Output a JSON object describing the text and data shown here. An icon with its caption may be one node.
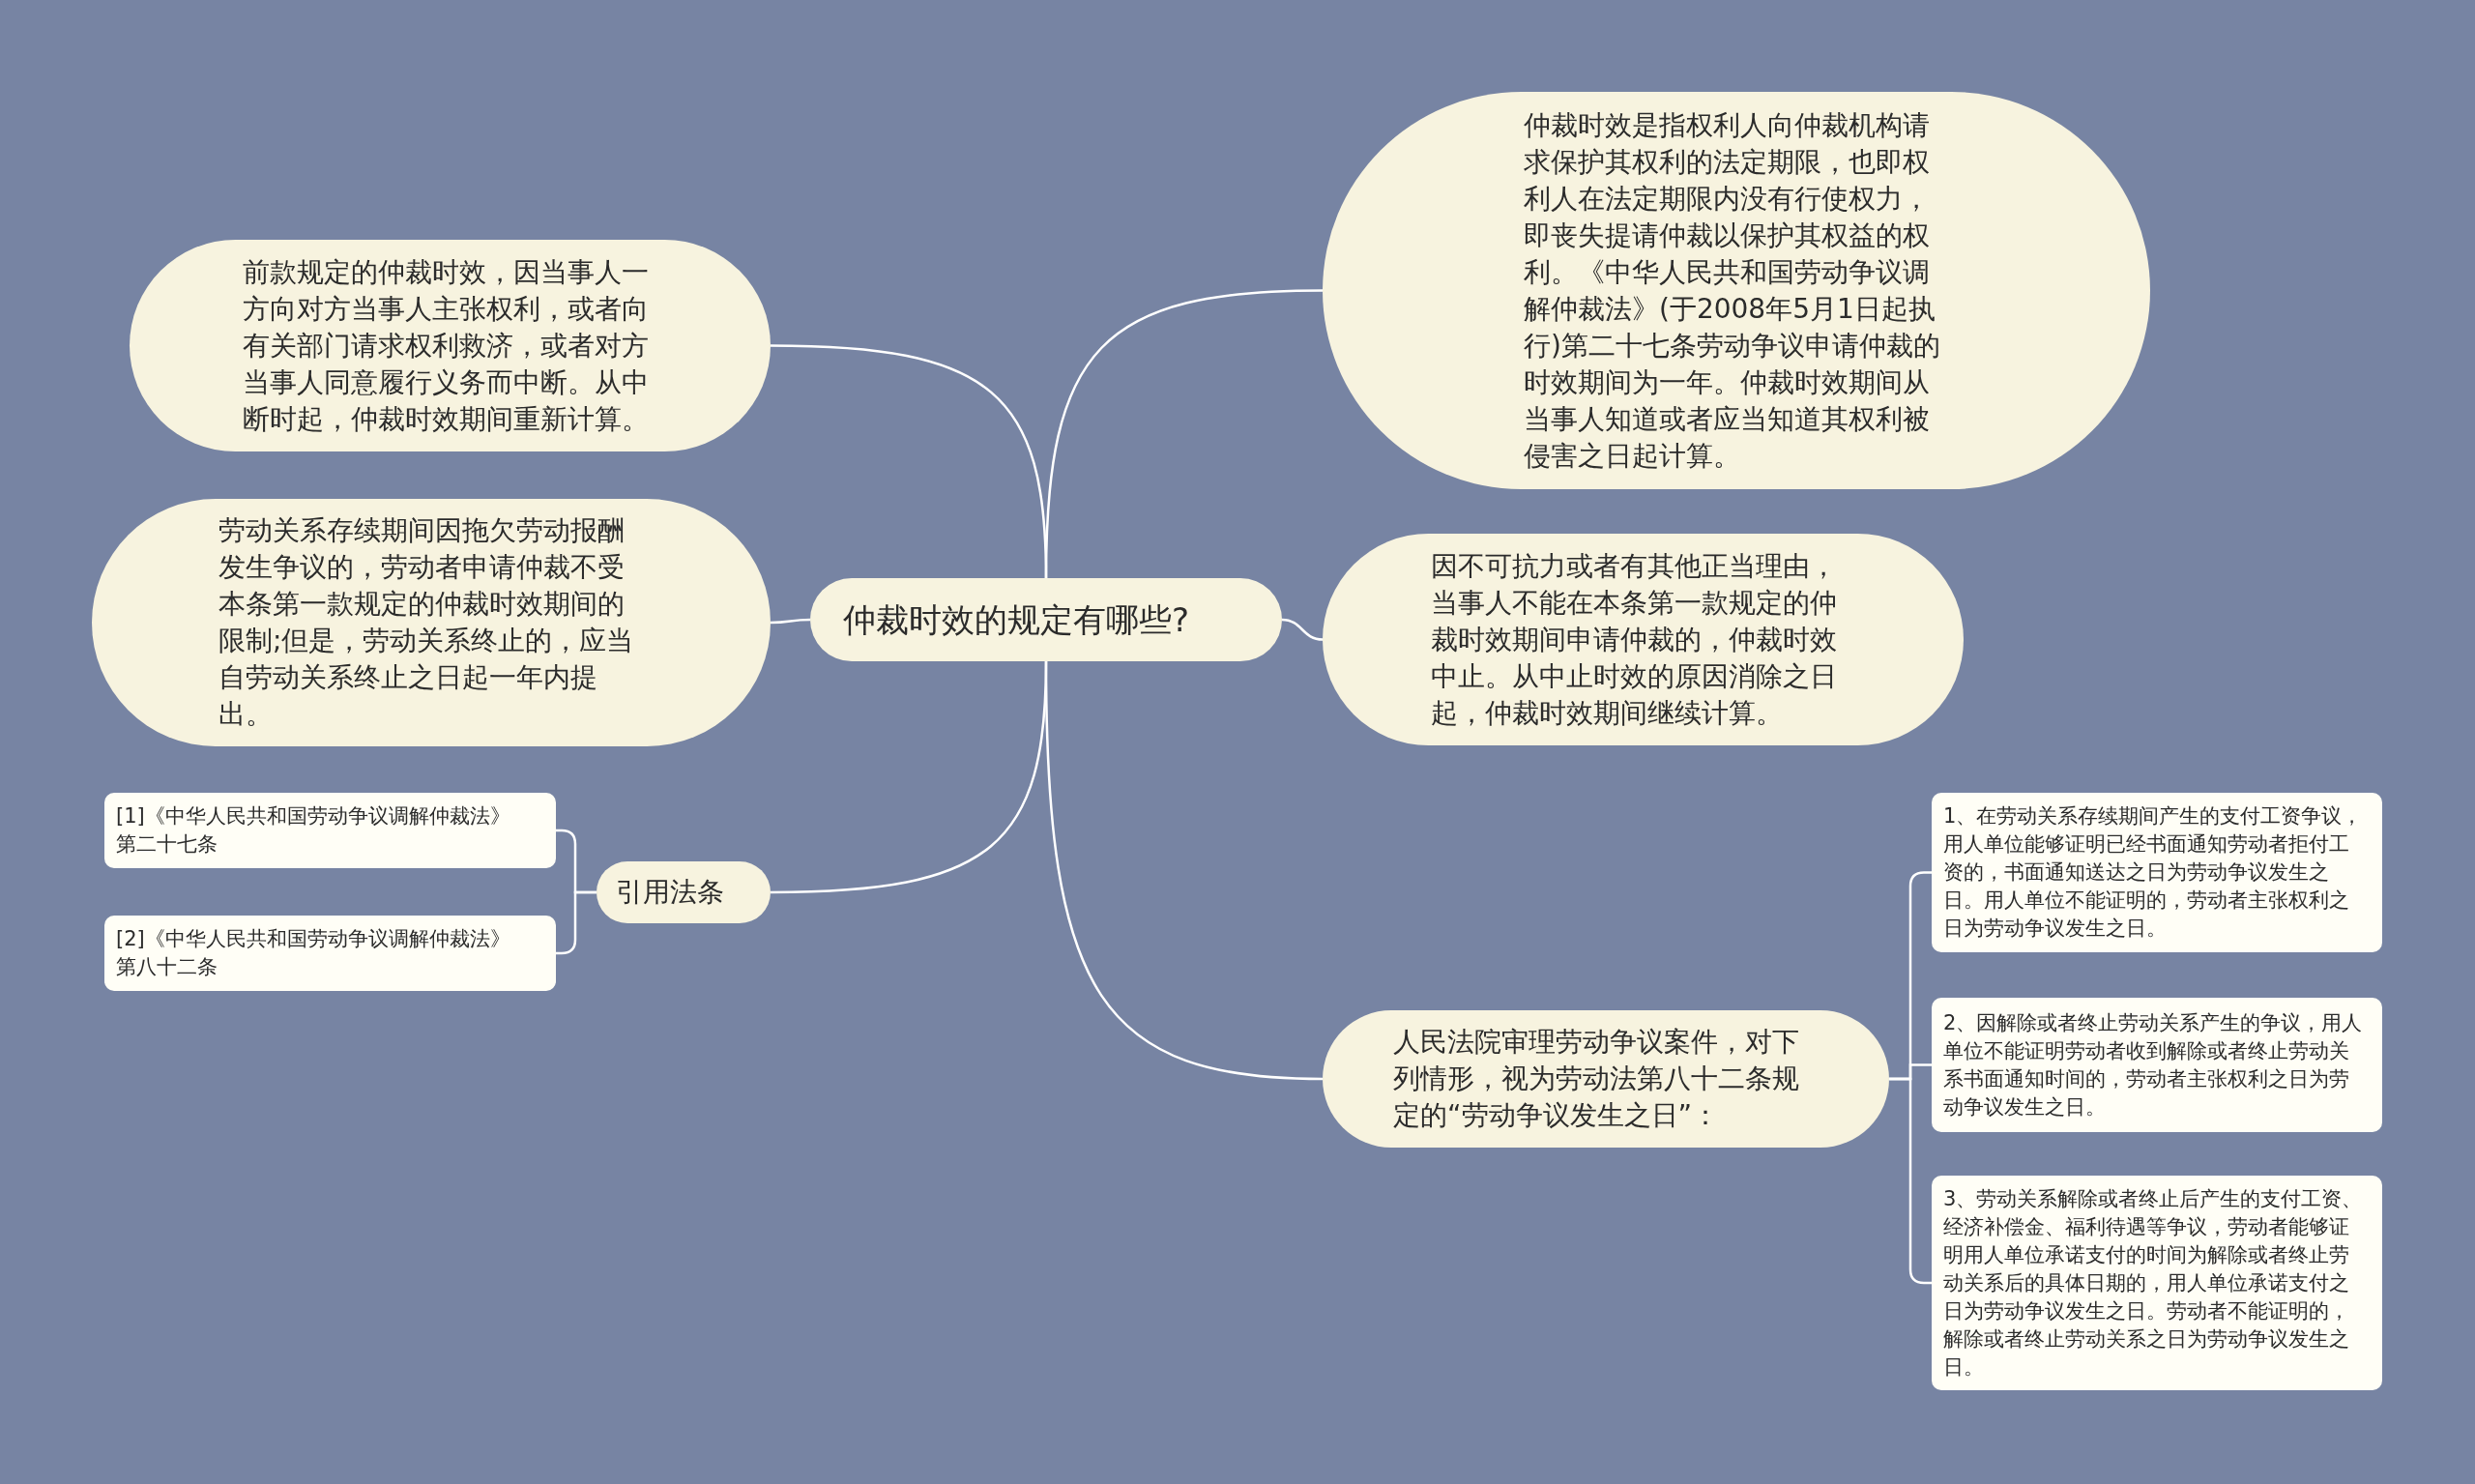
{
  "diagram": {
    "nodes": [
      {
        "text": [
          "仲裁时效的规定有哪些?"
        ]
      },
      {
        "text": [
          "仲裁时效是指权利人向仲裁机构请求保护其权利的法定期限，也即权利人在法定期限内没有行使权力，即丧失提请仲裁以保护其权益的权利。《中华人民共和国劳动争议调解仲裁法》(于2008年5月1日起执行)第二十七条劳动争议申请仲裁的时效期间为一年。仲裁时效期间从当事人知道或者应当知道其权利被侵害之日起计算。"
        ]
      },
      {
        "text": [
          "前款规定的仲裁时效，因当事人一方向对方当事人主张权利，或者向有关部门请求权利救济，或者对方当事人同意履行义务而中断。从中断时起，仲裁时效期间重新计算。"
        ]
      },
      {
        "text": [
          "劳动关系存续期间因拖欠劳动报酬发生争议的，劳动者申请仲裁不受本条第一款规定的仲裁时效期间的限制;但是，劳动关系终止的，应当自劳动关系终止之日起一年内提出。"
        ]
      },
      {
        "text": [
          "因不可抗力或者有其他正当理由，当事人不能在本条第一款规定的仲裁时效期间申请仲裁的，仲裁时效中止。从中止时效的原因消除之日起，仲裁时效期间继续计算。"
        ]
      },
      {
        "text": [
          "引用法条"
        ]
      },
      {
        "text": [
          "[1]《中华人民共和国劳动争议调解仲裁法》第二十七条"
        ]
      },
      {
        "text": [
          "[2]《中华人民共和国劳动争议调解仲裁法》第八十二条"
        ]
      },
      {
        "text": [
          "人民法院审理劳动争议案件，对下列情形，视为劳动法第八十二条规定的“劳动争议发生之日”："
        ]
      },
      {
        "text": [
          "1、在劳动关系存续期间产生的支付工资争议，用人单位能够证明已经书面通知劳动者拒付工资的，书面通知送达之日为劳动争议发生之日。用人单位不能证明的，劳动者主张权利之日为劳动争议发生之日。"
        ]
      },
      {
        "text": [
          "2、因解除或者终止劳动关系产生的争议，用人单位不能证明劳动者收到解除或者终止劳动关系书面通知时间的，劳动者主张权利之日为劳动争议发生之日。"
        ]
      },
      {
        "text": [
          "3、劳动关系解除或者终止后产生的支付工资、经济补偿金、福利待遇等争议，劳动者能够证明用人单位承诺支付的时间为解除或者终止劳动关系后的具体日期的，用人单位承诺支付之日为劳动争议发生之日。劳动者不能证明的，解除或者终止劳动关系之日为劳动争议发生之日。"
        ]
      }
    ],
    "edges": [
      {
        "from": 0,
        "to": 1,
        "arrow": "none"
      },
      {
        "from": 0,
        "to": 2,
        "arrow": "none"
      },
      {
        "from": 0,
        "to": 3,
        "arrow": "none"
      },
      {
        "from": 0,
        "to": 4,
        "arrow": "none"
      },
      {
        "from": 0,
        "to": 5,
        "arrow": "none"
      },
      {
        "from": 5,
        "to": 6,
        "arrow": "none"
      },
      {
        "from": 5,
        "to": 7,
        "arrow": "none"
      },
      {
        "from": 0,
        "to": 8,
        "arrow": "none"
      },
      {
        "from": 8,
        "to": 9,
        "arrow": "none"
      },
      {
        "from": 8,
        "to": 10,
        "arrow": "none"
      },
      {
        "from": 8,
        "to": 11,
        "arrow": "none"
      }
    ]
  }
}
